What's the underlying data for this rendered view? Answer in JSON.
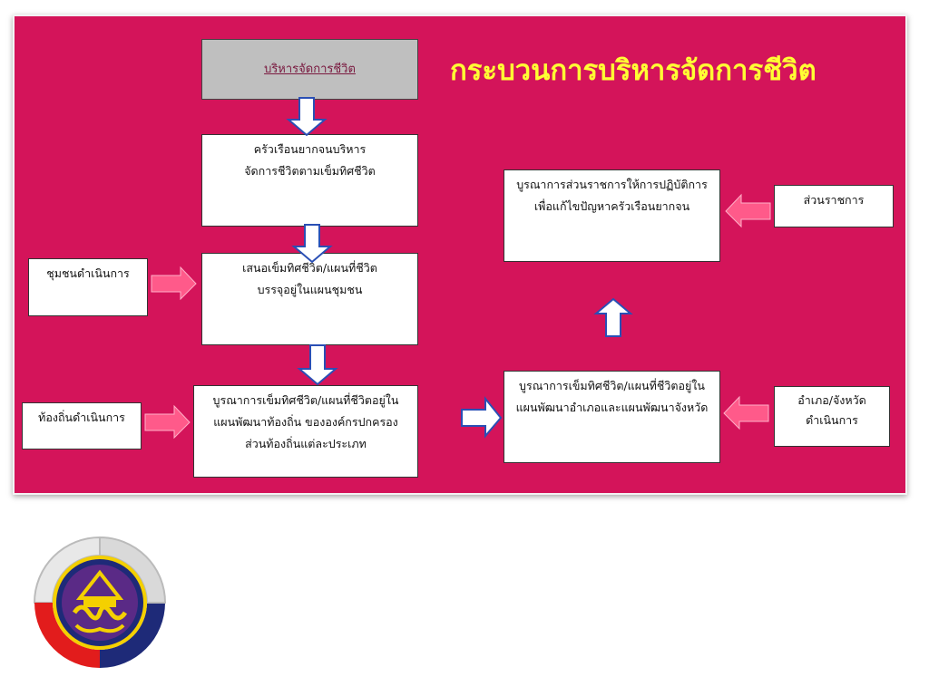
{
  "title": "กระบวนการบริหารจัดการชีวิต",
  "boxes": {
    "top": "บริหารจัดการชีวิต",
    "b1": [
      "ครัวเรือนยากจนบริหาร",
      "จัดการชีวิตตามเข็มทิศชีวิต"
    ],
    "b2": [
      "เสนอเข็มทิศชีวิต/แผนที่ชีวิต",
      "บรรจุอยู่ในแผนชุมชน"
    ],
    "b3": [
      "บูรณาการเข็มทิศชีวิต/แผนที่ชีวิตอยู่ใน",
      "แผนพัฒนาท้องถิ่น ขององค์กรปกครอง",
      "ส่วนท้องถิ่นแต่ละประเภท"
    ],
    "b4": [
      "บูรณาการเข็มทิศชีวิต/แผนที่ชีวิตอยู่ใน",
      "แผนพัฒนาอำเภอและแผนพัฒนาจังหวัด"
    ],
    "b5": [
      "บูรณาการส่วนราชการให้การปฏิบัติการ",
      "เพื่อแก้ไขปัญหาครัวเรือนยากจน"
    ],
    "community": "ชุมชนดำเนินการ",
    "local": "ท้องถิ่นดำเนินการ",
    "district": [
      "อำเภอ/จังหวัด",
      "ดำเนินการ"
    ],
    "gov": "ส่วนราชการ"
  },
  "colors": {
    "panel": "#d4145a",
    "title": "#ffff33",
    "arrow_pink": "#ff5a8a",
    "arrow_blue": "#2a4fb5"
  }
}
